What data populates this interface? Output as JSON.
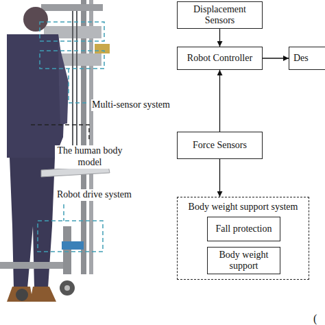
{
  "diagram": {
    "nodes": [
      {
        "text": [
          "Displacement Sensors"
        ]
      },
      {
        "text": [
          "Robot Controller"
        ]
      },
      {
        "text": [
          "Des"
        ]
      },
      {
        "text": [
          "Force Sensors"
        ]
      },
      {
        "text": [
          "Body weight support system"
        ]
      },
      {
        "text": [
          "Fall protection"
        ],
        "in": 4
      },
      {
        "text": [
          "Body weight support"
        ],
        "in": 4
      }
    ],
    "edges": [
      {
        "from": 0,
        "to": 1,
        "arrow": "to"
      },
      {
        "from": 1,
        "to": 2,
        "arrow": "to"
      },
      {
        "from": 3,
        "to": 1,
        "arrow": "to"
      },
      {
        "from": 3,
        "to": 4,
        "arrow": "to"
      }
    ],
    "labels": [
      "Multi-sensor system",
      "The human body model",
      "Robot drive system",
      "("
    ]
  }
}
